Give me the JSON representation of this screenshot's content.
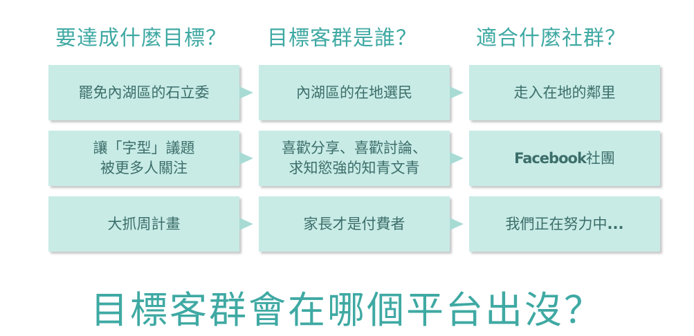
{
  "headers": [
    "要達成什麼目標？",
    "目標客群是誰？",
    "適合什麼社群？"
  ],
  "rows": [
    {
      "goal": [
        "罷免內湖區的石立委"
      ],
      "audience": [
        "內湖區的在地選民"
      ],
      "platform": {
        "text": "走入在地的鄰里"
      }
    },
    {
      "goal": [
        "讓「字型」議題",
        "被更多人關注"
      ],
      "audience": [
        "喜歡分享、喜歡討論、",
        "求知慾強的知青文青"
      ],
      "platform": {
        "brand": "Facebook",
        "text": "社團"
      }
    },
    {
      "goal": [
        "大抓周計畫"
      ],
      "audience": [
        "家長才是付費者"
      ],
      "platform": {
        "text": "我們正在努力中",
        "ellipsis": "..."
      }
    }
  ],
  "footer": "目標客群會在哪個平台出沒？"
}
